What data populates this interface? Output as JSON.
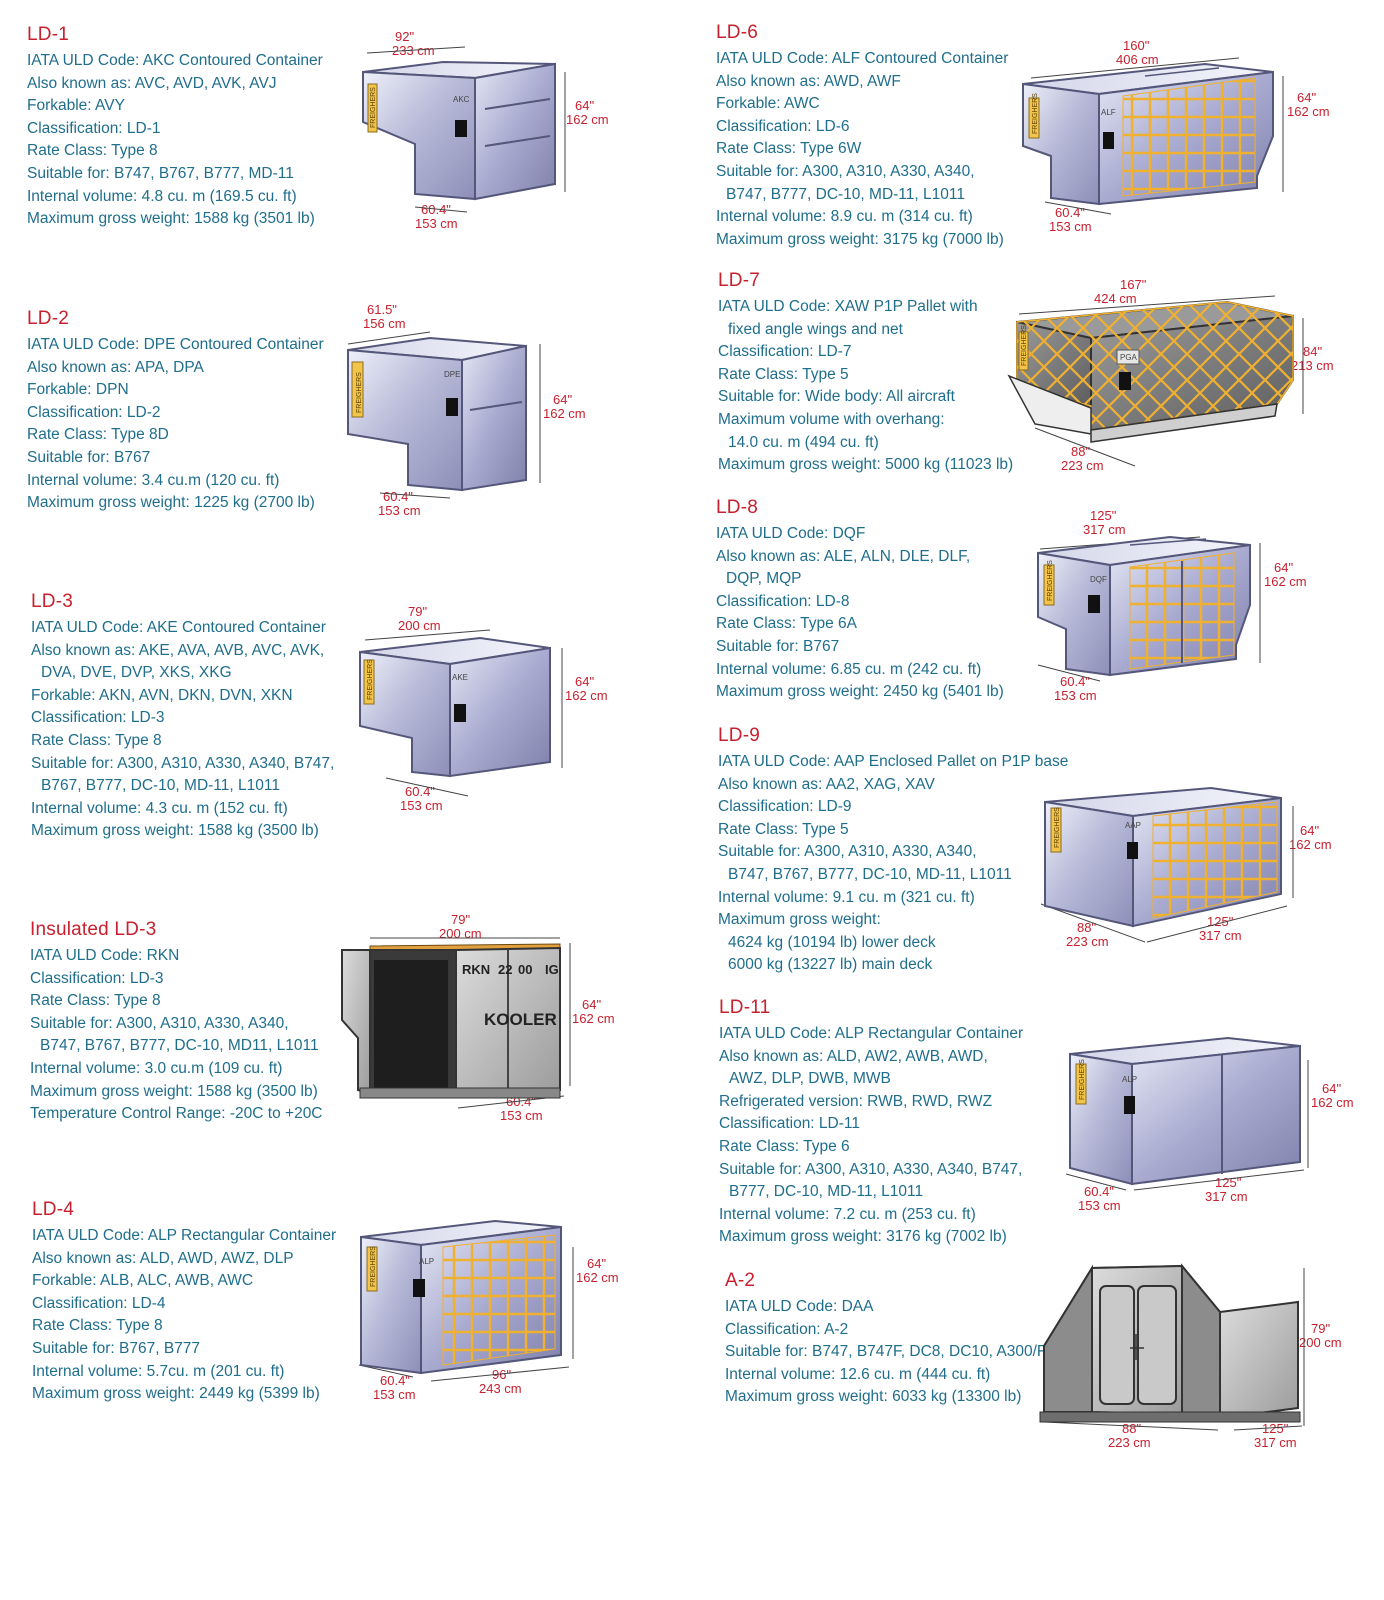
{
  "colors": {
    "heading": "#c8202e",
    "body_text": "#1f6e8c",
    "dimension": "#c8202e",
    "container": "#8e8fb8",
    "net": "#f0b030"
  },
  "sections": [
    {
      "id": "ld1",
      "title": "LD-1",
      "lines": [
        "IATA ULD Code: AKC Contoured Container",
        "Also known as: AVC, AVD, AVK, AVJ",
        "Forkable: AVY",
        "Classification: LD-1",
        "Rate Class: Type 8",
        "Suitable for: B747, B767, B777, MD-11",
        "Internal volume: 4.8 cu. m (169.5 cu. ft)",
        "Maximum gross weight: 1588 kg (3501 lb)"
      ],
      "figure": {
        "code": "AKC",
        "label": "FREIGHERS",
        "dims": [
          "92\"",
          "233 cm",
          "64\"",
          "162 cm",
          "60.4\"",
          "153 cm"
        ]
      }
    },
    {
      "id": "ld2",
      "title": "LD-2",
      "lines": [
        "IATA ULD Code: DPE Contoured Container",
        "Also known as: APA, DPA",
        "Forkable: DPN",
        "Classification: LD-2",
        "Rate Class: Type 8D",
        "Suitable for: B767",
        "Internal volume: 3.4  cu.m (120 cu. ft)",
        "Maximum gross weight: 1225 kg (2700 lb)"
      ],
      "figure": {
        "code": "DPE",
        "label": "FREIGHERS",
        "dims": [
          "61.5\"",
          "156 cm",
          "64\"",
          "162 cm",
          "60.4\"",
          "153 cm"
        ]
      }
    },
    {
      "id": "ld3",
      "title": "LD-3",
      "lines": [
        "IATA ULD Code: AKE Contoured Container",
        "Also known as: AKE, AVA, AVB, AVC, AVK,",
        "DVA, DVE, DVP, XKS, XKG",
        "Forkable: AKN, AVN, DKN, DVN, XKN",
        "Classification: LD-3",
        "Rate Class: Type 8",
        "Suitable for: A300, A310, A330, A340, B747,",
        "B767, B777, DC-10, MD-11, L1011",
        "Internal volume: 4.3 cu. m (152 cu. ft)",
        "Maximum gross weight: 1588 kg (3500 lb)"
      ],
      "figure": {
        "code": "AKE",
        "label": "FREIGHERS",
        "dims": [
          "79\"",
          "200 cm",
          "64\"",
          "162 cm",
          "60.4\"",
          "153 cm"
        ]
      }
    },
    {
      "id": "ild3",
      "title": "Insulated LD-3",
      "lines": [
        "IATA ULD Code:  RKN",
        "Classification:  LD-3",
        "Rate Class:  Type 8",
        "Suitable for:  A300, A310, A330, A340,",
        "B747, B767, B777, DC-10, MD11, L1011",
        "Internal volume: 3.0 cu.m (109 cu. ft)",
        "Maximum gross weight: 1588 kg (3500 lb)",
        "Temperature Control Range:  -20C to +20C"
      ],
      "figure": {
        "code_parts": [
          "RKN",
          "22",
          "00",
          "IG"
        ],
        "brand": "KOOLER",
        "dims": [
          "79\"",
          "200 cm",
          "64\"",
          "162 cm",
          "60.4\"",
          "153 cm"
        ]
      }
    },
    {
      "id": "ld4",
      "title": "LD-4",
      "lines": [
        "IATA ULD Code: ALP Rectangular Container",
        "Also known as: ALD, AWD, AWZ, DLP",
        "Forkable: ALB, ALC, AWB, AWC",
        "Classification: LD-4",
        "Rate Class: Type 8",
        "Suitable for: B767, B777",
        "Internal volume: 5.7cu. m (201 cu. ft)",
        "Maximum gross weight: 2449 kg (5399 lb)"
      ],
      "figure": {
        "code": "ALP",
        "label": "FREIGHERS",
        "dims": [
          "64\"",
          "162 cm",
          "60.4\"",
          "153 cm",
          "96\"",
          "243 cm"
        ]
      }
    },
    {
      "id": "ld6",
      "title": "LD-6",
      "lines": [
        "IATA ULD Code: ALF Contoured Container",
        "Also known as: AWD, AWF",
        "Forkable: AWC",
        "Classification: LD-6",
        "Rate Class: Type 6W",
        "Suitable for: A300, A310, A330, A340,",
        "B747, B777, DC-10, MD-11, L1011",
        "Internal volume: 8.9 cu. m (314 cu. ft)",
        "Maximum gross weight: 3175 kg (7000 lb)"
      ],
      "figure": {
        "code": "ALF",
        "label": "FREIGHERS",
        "dims": [
          "160\"",
          "406 cm",
          "64\"",
          "162 cm",
          "60.4\"",
          "153 cm"
        ]
      }
    },
    {
      "id": "ld7",
      "title": "LD-7",
      "lines": [
        "IATA ULD Code: XAW P1P Pallet with",
        "fixed angle wings and net",
        "Classification: LD-7",
        "Rate Class: Type 5",
        "Suitable for: Wide body: All aircraft",
        "Maximum volume with overhang:",
        "14.0 cu. m (494 cu. ft)",
        "Maximum gross weight: 5000 kg (11023 lb)"
      ],
      "figure": {
        "code": "PGA",
        "label": "FREIGHERS",
        "dims": [
          "167\"",
          "424 cm",
          "84\"",
          "213 cm",
          "88\"",
          "223 cm"
        ]
      }
    },
    {
      "id": "ld8",
      "title": "LD-8",
      "lines": [
        "IATA ULD Code: DQF",
        "Also known as: ALE, ALN, DLE, DLF,",
        "DQP, MQP",
        "Classification: LD-8",
        "Rate Class: Type 6A",
        "Suitable for: B767",
        "Internal volume: 6.85 cu. m (242 cu. ft)",
        "Maximum gross weight: 2450 kg (5401 lb)"
      ],
      "figure": {
        "code": "DQF",
        "label": "FREIGHERS",
        "dims": [
          "125\"",
          "317 cm",
          "64\"",
          "162 cm",
          "60.4\"",
          "153 cm"
        ]
      }
    },
    {
      "id": "ld9",
      "title": "LD-9",
      "lines": [
        "IATA ULD Code: AAP Enclosed Pallet on P1P base",
        "Also known as: AA2, XAG, XAV",
        "Classification: LD-9",
        "Rate Class: Type 5",
        "Suitable for: A300, A310, A330, A340,",
        "B747, B767, B777, DC-10, MD-11, L1011",
        "Internal volume: 9.1 cu. m (321 cu. ft)",
        "Maximum gross weight:",
        "4624 kg (10194 lb) lower deck",
        "6000 kg (13227 lb) main deck"
      ],
      "figure": {
        "code": "AAP",
        "label": "FREIGHERS",
        "dims": [
          "64\"",
          "162 cm",
          "88\"",
          "223 cm",
          "125\"",
          "317 cm"
        ]
      }
    },
    {
      "id": "ld11",
      "title": "LD-11",
      "lines": [
        "IATA ULD Code: ALP Rectangular Container",
        "Also known as: ALD, AW2, AWB, AWD,",
        "AWZ, DLP, DWB, MWB",
        "Refrigerated version: RWB, RWD, RWZ",
        "Classification: LD-11",
        "Rate Class: Type 6",
        "Suitable for: A300, A310, A330, A340, B747,",
        "B777, DC-10, MD-11, L1011",
        "Internal volume: 7.2 cu. m (253 cu. ft)",
        "Maximum gross weight: 3176 kg (7002 lb)"
      ],
      "figure": {
        "code": "ALP",
        "label": "FREIGHERS",
        "dims": [
          "64\"",
          "162 cm",
          "60.4\"",
          "153 cm",
          "125\"",
          "317 cm"
        ]
      }
    },
    {
      "id": "a2",
      "title": "A-2",
      "lines": [
        "IATA ULD Code:  DAA",
        "Classification:  A-2",
        "Suitable for:  B747, B747F, DC8, DC10, A300/F",
        "Internal volume:  12.6 cu. m (444 cu. ft)",
        "Maximum gross weight:  6033 kg (13300 lb)"
      ],
      "figure": {
        "dims": [
          "79\"",
          "200 cm",
          "88\"",
          "223 cm",
          "125\"",
          "317 cm"
        ]
      }
    }
  ]
}
